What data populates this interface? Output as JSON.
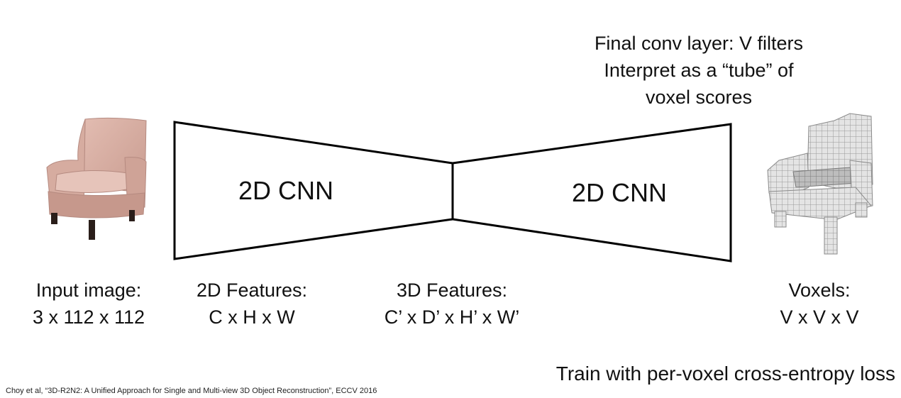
{
  "top_caption": {
    "line1": "Final conv layer: V filters",
    "line2": "Interpret as a “tube” of",
    "line3": "voxel scores"
  },
  "encoder": {
    "label": "2D CNN"
  },
  "decoder": {
    "label": "2D CNN"
  },
  "input": {
    "title": "Input image:",
    "dims": "3 x 112 x 112",
    "icon": "armchair-photo-icon"
  },
  "features_2d": {
    "title": "2D Features:",
    "dims": "C x H x W"
  },
  "features_3d": {
    "title": "3D Features:",
    "dims": "C’ x D’ x H’ x W’"
  },
  "voxels": {
    "title": "Voxels:",
    "dims": "V x V x V",
    "icon": "voxel-chair-icon"
  },
  "loss_note": "Train with per-voxel cross-entropy loss",
  "citation": "Choy et al, “3D-R2N2: A Unified Approach for Single and Multi-view 3D Object Reconstruction”, ECCV 2016",
  "colors": {
    "chair_fabric": "#d9b0a4",
    "chair_legs": "#2a1e1a",
    "voxel_fill": "#e4e4e4",
    "voxel_grid": "#9a9a9a",
    "stroke": "#000000"
  }
}
